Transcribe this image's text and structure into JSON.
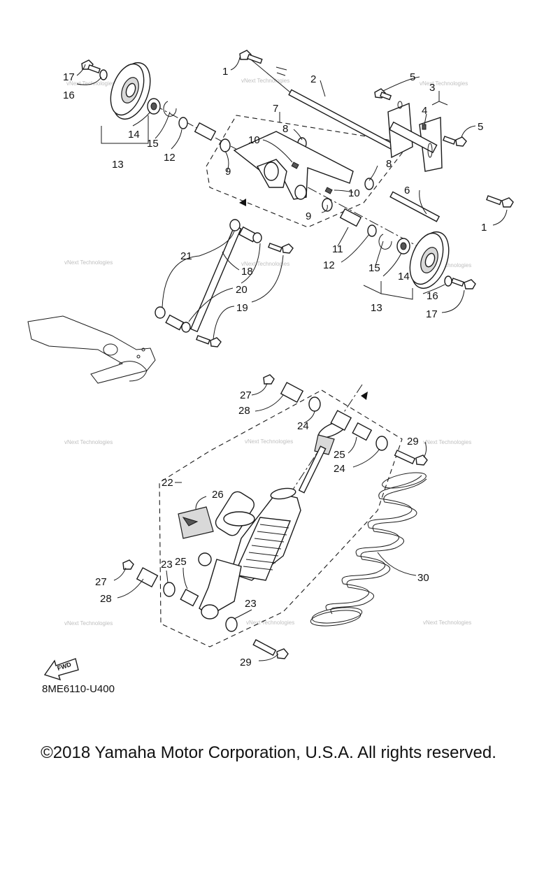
{
  "diagram": {
    "callouts": [
      "1",
      "2",
      "3",
      "4",
      "5",
      "6",
      "7",
      "8",
      "9",
      "10",
      "11",
      "12",
      "13",
      "14",
      "15",
      "16",
      "17",
      "18",
      "19",
      "20",
      "21",
      "22",
      "23",
      "24",
      "25",
      "26",
      "27",
      "28",
      "29",
      "30"
    ],
    "watermark": "vNext Technologies",
    "fwd_label": "FWD"
  },
  "footer": {
    "code": "8ME6110-U400",
    "copyright": "©2018 Yamaha Motor Corporation, U.S.A. All rights reserved."
  }
}
